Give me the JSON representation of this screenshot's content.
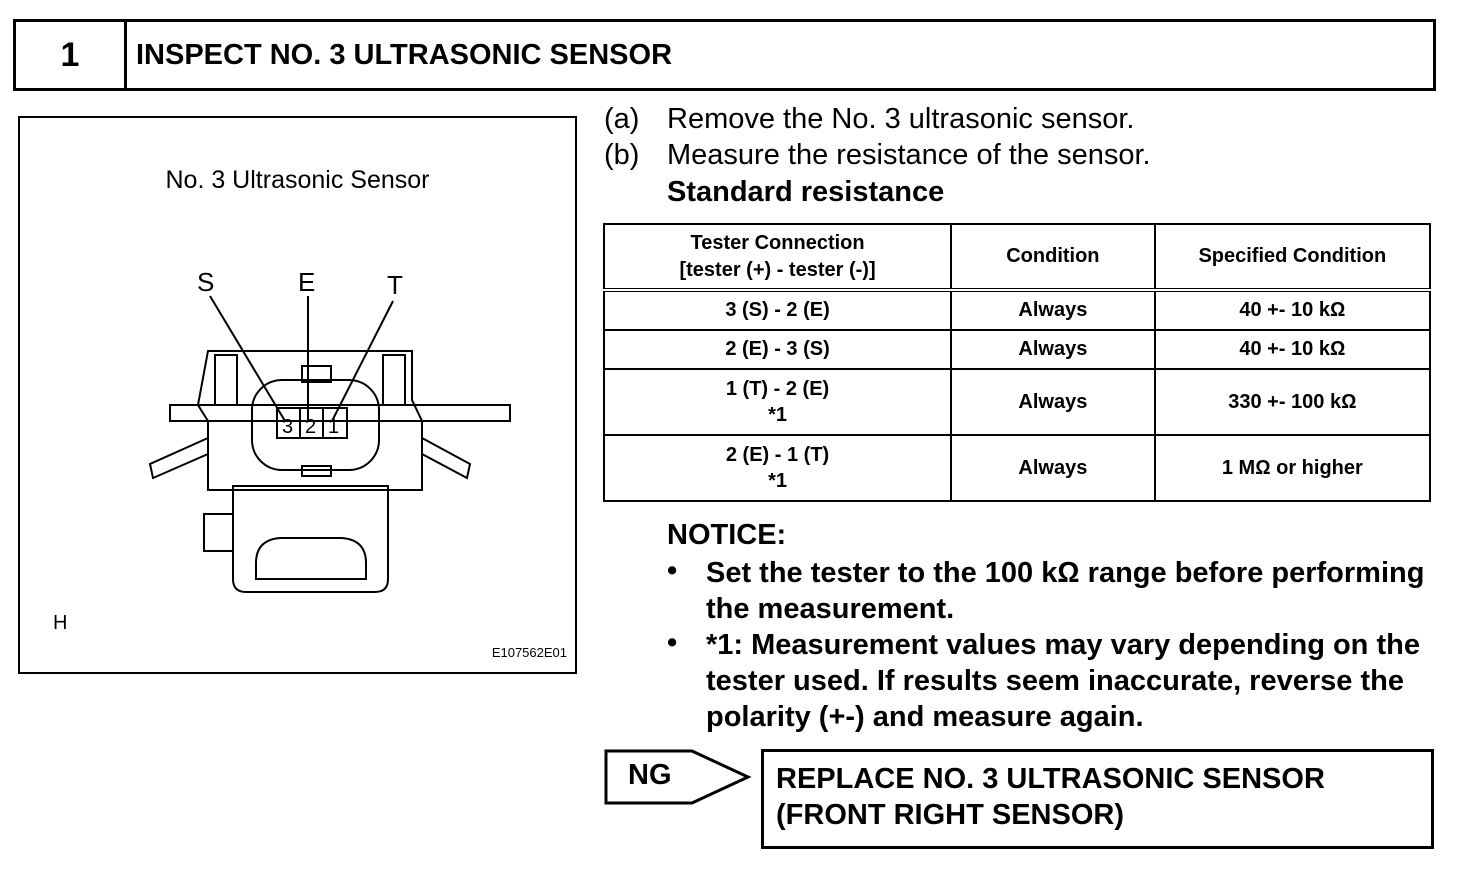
{
  "header": {
    "step_number": "1",
    "title": "INSPECT NO. 3 ULTRASONIC SENSOR"
  },
  "figure": {
    "title": "No. 3 Ultrasonic Sensor",
    "pin_labels": [
      "S",
      "E",
      "T"
    ],
    "pin_numbers": [
      "3",
      "2",
      "1"
    ],
    "view_letter": "H",
    "figure_code": "E107562E01"
  },
  "steps": [
    {
      "label": "(a)",
      "text": "Remove the No. 3 ultrasonic sensor."
    },
    {
      "label": "(b)",
      "text": "Measure the resistance of the sensor."
    }
  ],
  "standard_resistance": "Standard resistance",
  "table": {
    "headers": [
      "Tester Connection",
      "[tester (+) - tester (-)]",
      "Condition",
      "Specified Condition"
    ],
    "rows": [
      {
        "connection": "3 (S) - 2 (E)",
        "note": "",
        "condition": "Always",
        "spec": "40 +- 10 kΩ"
      },
      {
        "connection": "2 (E) - 3 (S)",
        "note": "",
        "condition": "Always",
        "spec": "40 +- 10 kΩ"
      },
      {
        "connection": "1 (T) - 2 (E)",
        "note": "*1",
        "condition": "Always",
        "spec": "330 +- 100 kΩ"
      },
      {
        "connection": "2 (E) - 1 (T)",
        "note": "*1",
        "condition": "Always",
        "spec": "1 MΩ or higher"
      }
    ]
  },
  "notice": {
    "heading": "NOTICE:",
    "bullets": [
      "Set the tester to the 100 kΩ range before performing the measurement.",
      "*1: Measurement values may vary depending on the tester used. If results seem inaccurate, reverse the polarity (+-) and measure again."
    ]
  },
  "result": {
    "ng_label": "NG",
    "action_line1": "REPLACE NO. 3 ULTRASONIC SENSOR",
    "action_line2": "(FRONT RIGHT SENSOR)"
  }
}
